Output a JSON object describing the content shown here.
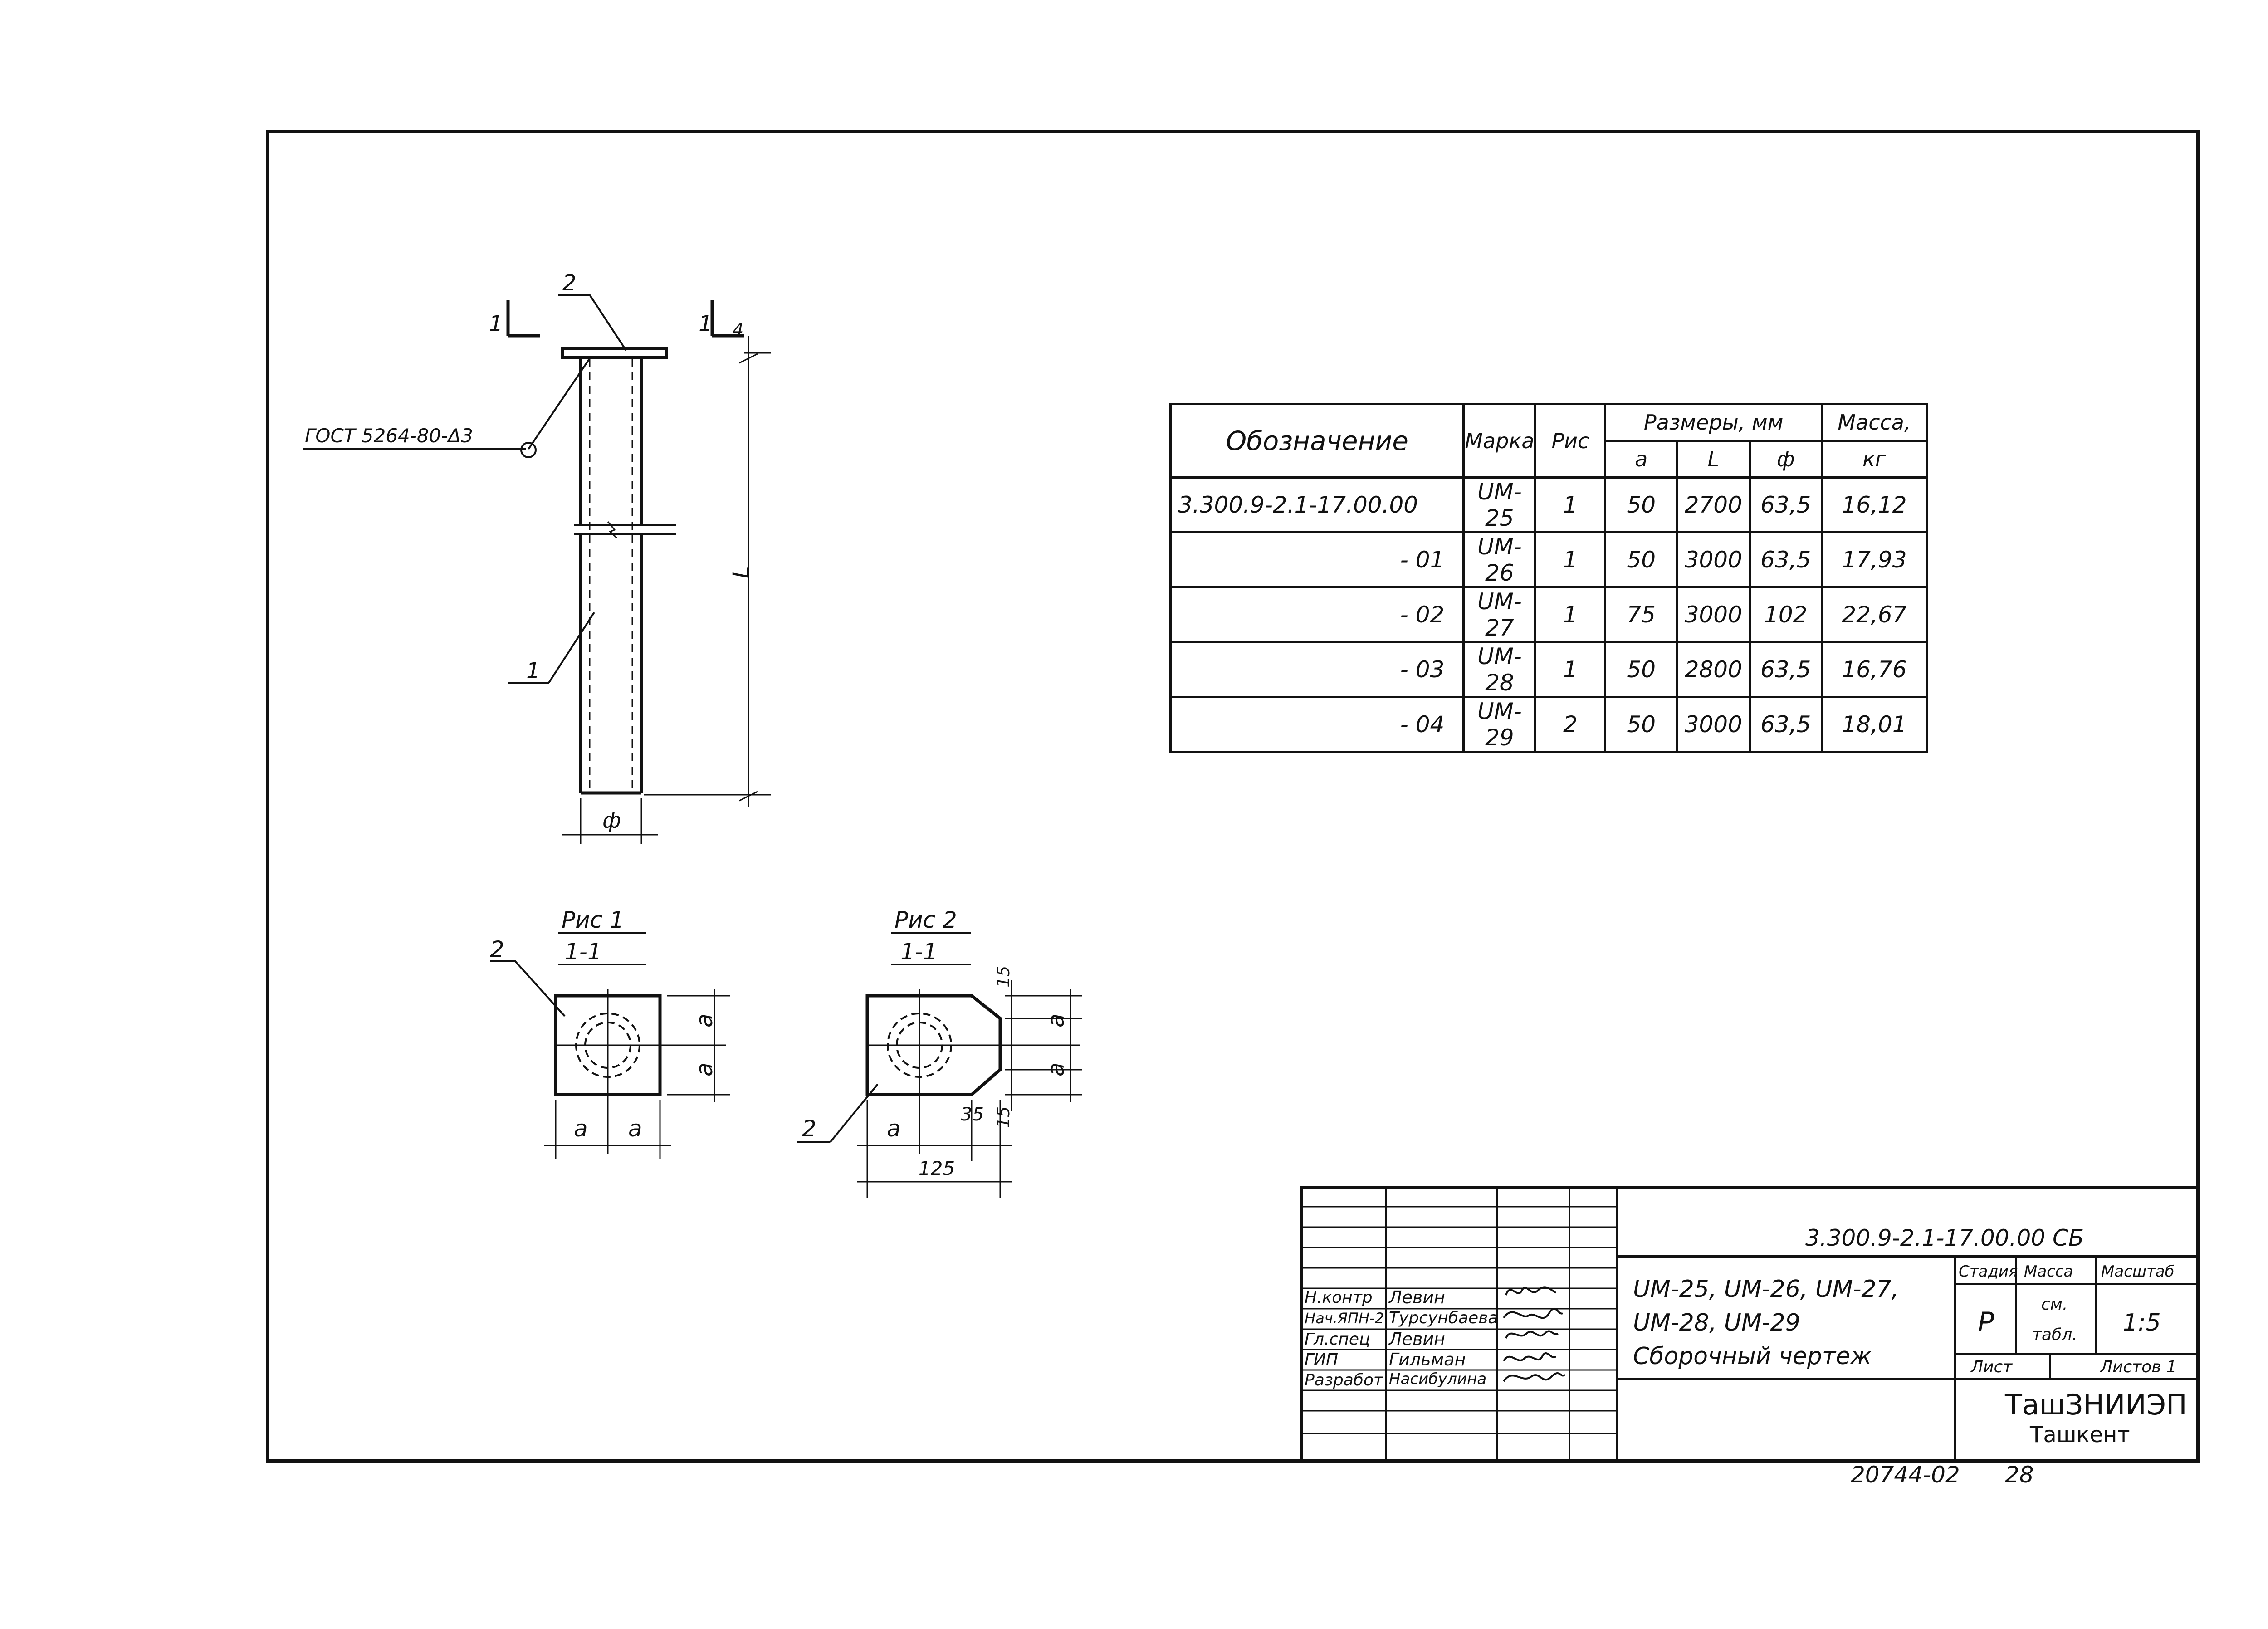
{
  "drawing": {
    "gost_note": "ГОСТ 5264-80-Δ3",
    "pos_1": "1",
    "pos_2": "2",
    "section_mark": "1",
    "dim_length": "L",
    "dim_diameter": "ф",
    "dim_4": "4"
  },
  "figures": {
    "fig1": {
      "title": "Рис 1",
      "section": "1-1",
      "pos": "2",
      "dim_a": "a"
    },
    "fig2": {
      "title": "Рис 2",
      "section": "1-1",
      "pos": "2",
      "dim_a": "a",
      "dim_15": "15",
      "dim_35": "35",
      "dim_125": "125"
    }
  },
  "spec_table": {
    "headers": {
      "designation": "Обозначение",
      "mark": "Марка",
      "fig": "Рис",
      "dims": "Размеры, мм",
      "mass": "Масса,",
      "mass_unit": "кг",
      "a": "a",
      "l": "L",
      "phi": "ф"
    },
    "rows": [
      {
        "designation": "3.300.9-2.1-17.00.00",
        "mark": "UM-25",
        "fig": "1",
        "a": "50",
        "l": "2700",
        "phi": "63,5",
        "mass": "16,12"
      },
      {
        "designation": "- 01",
        "mark": "UM-26",
        "fig": "1",
        "a": "50",
        "l": "3000",
        "phi": "63,5",
        "mass": "17,93"
      },
      {
        "designation": "- 02",
        "mark": "UM-27",
        "fig": "1",
        "a": "75",
        "l": "3000",
        "phi": "102",
        "mass": "22,67"
      },
      {
        "designation": "- 03",
        "mark": "UM-28",
        "fig": "1",
        "a": "50",
        "l": "2800",
        "phi": "63,5",
        "mass": "16,76"
      },
      {
        "designation": "- 04",
        "mark": "UM-29",
        "fig": "2",
        "a": "50",
        "l": "3000",
        "phi": "63,5",
        "mass": "18,01"
      }
    ]
  },
  "title_block": {
    "doc_code": "3.300.9-2.1-17.00.00 СБ",
    "title_line1": "UM-25, UM-26, UM-27,",
    "title_line2": "UM-28, UM-29",
    "title_line3": "Сборочный чертеж",
    "stage_label": "Стадия",
    "mass_label": "Масса",
    "scale_label": "Масштаб",
    "stage": "Р",
    "mass_value_1": "см.",
    "mass_value_2": "табл.",
    "scale": "1:5",
    "sheet_label": "Лист",
    "sheets_label": "Листов 1",
    "org_name": "ТашЗНИИЭП",
    "org_city": "Ташкент",
    "roles": [
      {
        "role": "Н.контр",
        "name": "Левин"
      },
      {
        "role": "Нач.ЯПН-2",
        "name": "Турсунбаева"
      },
      {
        "role": "Гл.спец",
        "name": "Левин"
      },
      {
        "role": "ГИП",
        "name": "Гильман"
      },
      {
        "role": "Разработ",
        "name": "Насибулина"
      }
    ]
  },
  "footer": {
    "archive_no": "20744-02",
    "page_no": "28"
  }
}
